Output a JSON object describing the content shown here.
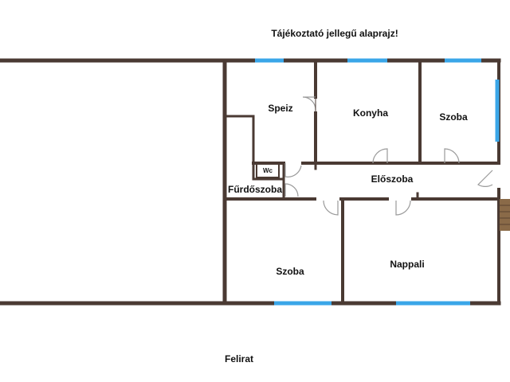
{
  "title": "Tájékoztató jellegű alaprajz!",
  "caption": "Felirat",
  "rooms": {
    "speiz": "Speiz",
    "konyha": "Konyha",
    "szoba_top": "Szoba",
    "wc": "Wc",
    "furdoszoba": "Fűrdőszoba",
    "eloszoba": "Előszoba",
    "szoba_bottom": "Szoba",
    "nappali": "Nappali"
  },
  "colors": {
    "wall": "#4a3a33",
    "window": "#3aa6e8",
    "door": "#9a9a9a",
    "stairs": "#8a6a48"
  }
}
